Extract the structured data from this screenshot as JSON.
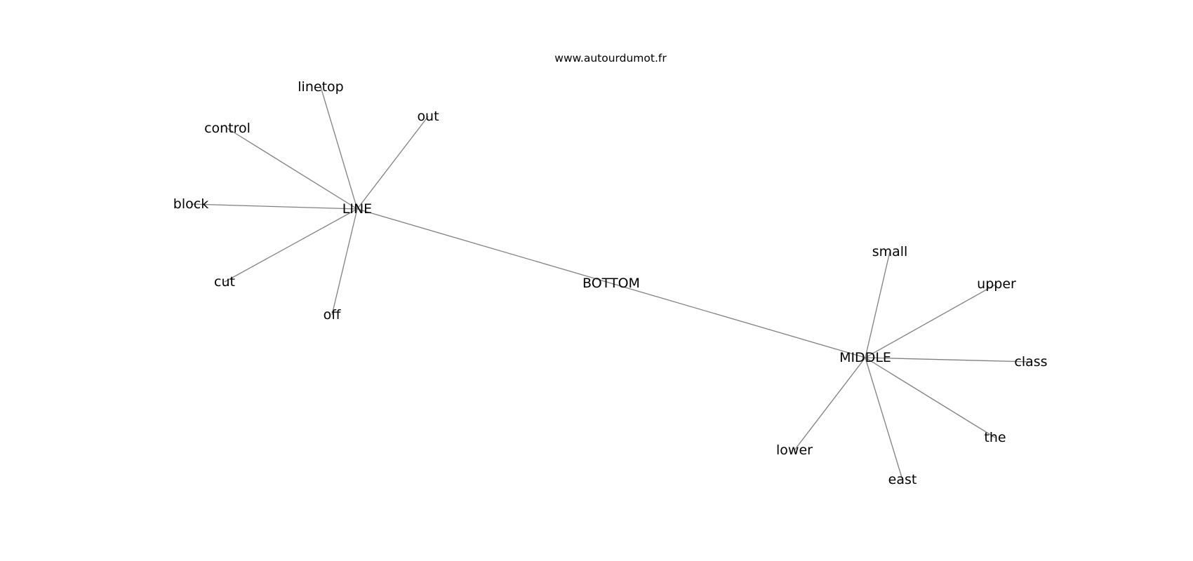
{
  "watermark": "www.autourdumot.fr",
  "colors": {
    "edge": "#808080",
    "text": "#000000",
    "background": "#ffffff"
  },
  "nodes": [
    {
      "id": "LINE",
      "label": "LINE"
    },
    {
      "id": "BOTTOM",
      "label": "BOTTOM"
    },
    {
      "id": "MIDDLE",
      "label": "MIDDLE"
    },
    {
      "id": "linetop",
      "label": "linetop"
    },
    {
      "id": "out",
      "label": "out"
    },
    {
      "id": "control",
      "label": "control"
    },
    {
      "id": "block",
      "label": "block"
    },
    {
      "id": "cut",
      "label": "cut"
    },
    {
      "id": "off",
      "label": "off"
    },
    {
      "id": "small",
      "label": "small"
    },
    {
      "id": "upper",
      "label": "upper"
    },
    {
      "id": "class",
      "label": "class"
    },
    {
      "id": "the",
      "label": "the"
    },
    {
      "id": "east",
      "label": "east"
    },
    {
      "id": "lower",
      "label": "lower"
    }
  ],
  "edges": [
    [
      "LINE",
      "BOTTOM"
    ],
    [
      "BOTTOM",
      "MIDDLE"
    ],
    [
      "LINE",
      "linetop"
    ],
    [
      "LINE",
      "out"
    ],
    [
      "LINE",
      "control"
    ],
    [
      "LINE",
      "block"
    ],
    [
      "LINE",
      "cut"
    ],
    [
      "LINE",
      "off"
    ],
    [
      "MIDDLE",
      "small"
    ],
    [
      "MIDDLE",
      "upper"
    ],
    [
      "MIDDLE",
      "class"
    ],
    [
      "MIDDLE",
      "the"
    ],
    [
      "MIDDLE",
      "east"
    ],
    [
      "MIDDLE",
      "lower"
    ]
  ]
}
